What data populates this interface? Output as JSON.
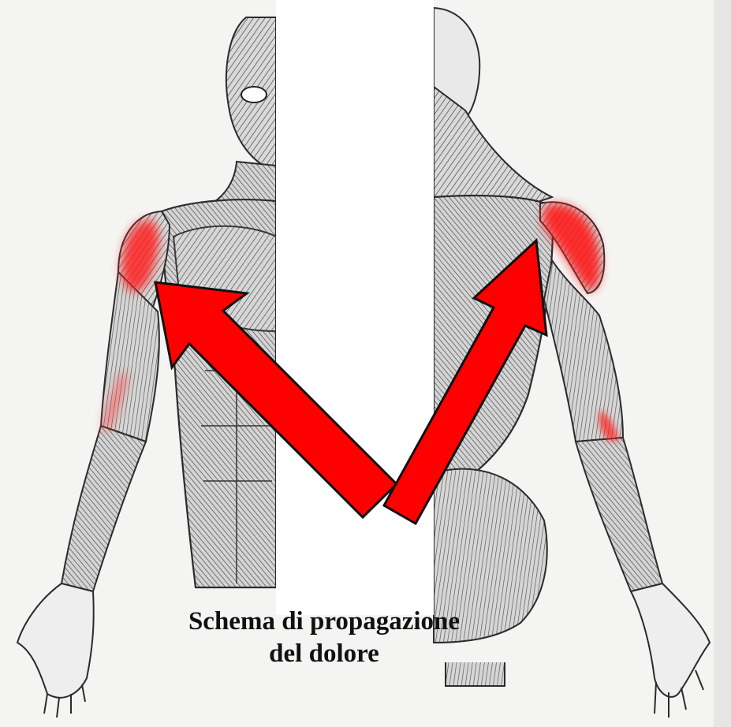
{
  "caption": {
    "line1": "Schema di propagazione",
    "line2": "del dolore"
  },
  "colors": {
    "pain": "#ff0000",
    "muscle_ink": "#3a3a3a",
    "paper": "#f3f3f1"
  },
  "figures": [
    {
      "view": "anterior",
      "icon": "muscular-torso-front-illustration"
    },
    {
      "view": "posterior",
      "icon": "muscular-torso-back-illustration"
    }
  ],
  "pain_zones": [
    {
      "view": "anterior",
      "region": "deltoid"
    },
    {
      "view": "anterior",
      "region": "upper-arm-lateral"
    },
    {
      "view": "posterior",
      "region": "deltoid"
    },
    {
      "view": "posterior",
      "region": "upper-arm-lateral"
    }
  ],
  "arrows": [
    {
      "points_to": "anterior-deltoid"
    },
    {
      "points_to": "posterior-deltoid"
    }
  ]
}
